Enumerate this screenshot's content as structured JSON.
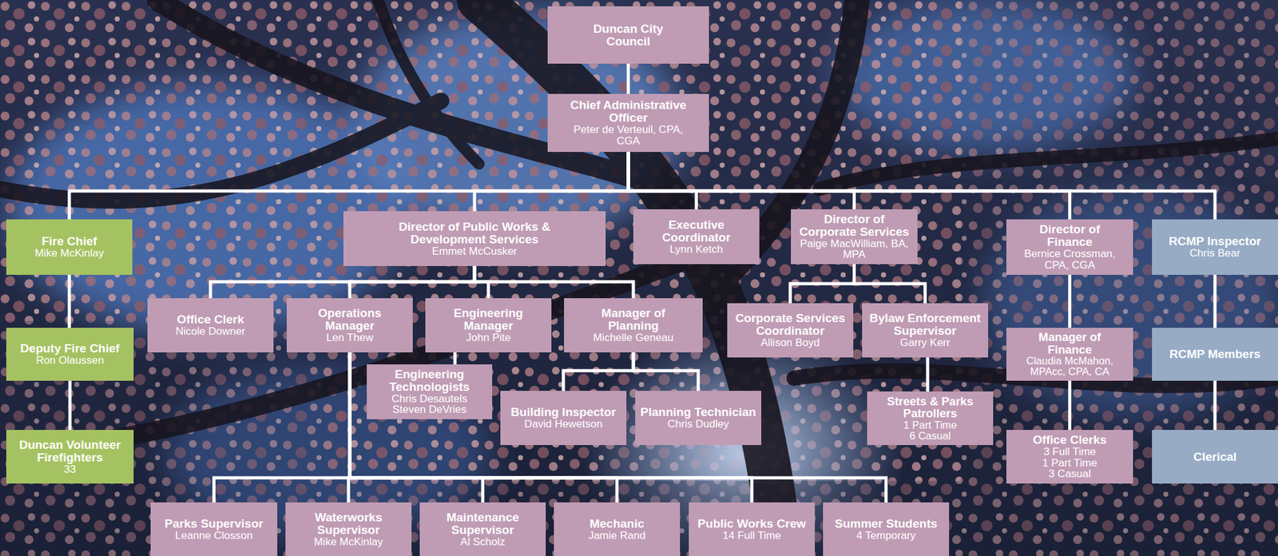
{
  "diagram": {
    "nodes": [
      {
        "text": [
          "Duncan City Council"
        ]
      },
      {
        "text": [
          "Chief Administrative Officer",
          "Peter de Verteuil, CPA, CGA"
        ]
      },
      {
        "text": [
          "Fire Chief",
          "Mike McKinlay"
        ]
      },
      {
        "text": [
          "Director of Public Works & Development Services",
          "Emmet McCusker"
        ]
      },
      {
        "text": [
          "Executive Coordinator",
          "Lynn Ketch"
        ]
      },
      {
        "text": [
          "Director of Corporate Services",
          "Paige MacWilliam, BA, MPA"
        ]
      },
      {
        "text": [
          "Director of Finance",
          "Bernice Crossman, CPA, CGA"
        ]
      },
      {
        "text": [
          "RCMP Inspector",
          "Chris Bear"
        ]
      },
      {
        "text": [
          "Deputy Fire Chief",
          "Ron Olaussen"
        ]
      },
      {
        "text": [
          "Office Clerk",
          "Nicole Downer"
        ]
      },
      {
        "text": [
          "Operations Manager",
          "Len Thew"
        ]
      },
      {
        "text": [
          "Engineering Manager",
          "John Pite"
        ]
      },
      {
        "text": [
          "Manager of Planning",
          "Michelle Geneau"
        ]
      },
      {
        "text": [
          "Corporate Services Coordinator",
          "Allison Boyd"
        ]
      },
      {
        "text": [
          "Bylaw Enforcement Supervisor",
          "Garry Kerr"
        ]
      },
      {
        "text": [
          "Manager of Finance",
          "Claudia McMahon, MPAcc, CPA, CA"
        ]
      },
      {
        "text": [
          "RCMP Members"
        ]
      },
      {
        "text": [
          "Engineering Technologists",
          "Chris Desautels",
          "Steven DeVries"
        ]
      },
      {
        "text": [
          "Duncan Volunteer Firefighters",
          "33"
        ]
      },
      {
        "text": [
          "Building Inspector",
          "David Hewetson"
        ]
      },
      {
        "text": [
          "Planning Technician",
          "Chris Dudley"
        ]
      },
      {
        "text": [
          "Streets & Parks Patrollers",
          "1 Part Time",
          "6 Casual"
        ]
      },
      {
        "text": [
          "Office Clerks",
          "3 Full Time",
          "1 Part Time",
          "3 Casual"
        ]
      },
      {
        "text": [
          "Clerical"
        ]
      },
      {
        "text": [
          "Parks Supervisor",
          "Leanne Closson"
        ]
      },
      {
        "text": [
          "Waterworks Supervisor",
          "Mike McKinlay"
        ]
      },
      {
        "text": [
          "Maintenance Supervisor",
          "Al Scholz"
        ]
      },
      {
        "text": [
          "Mechanic",
          "Jamie Rand"
        ]
      },
      {
        "text": [
          "Public Works Crew",
          "14 Full Time"
        ]
      },
      {
        "text": [
          "Summer Students",
          "4 Temporary"
        ]
      }
    ],
    "edges": [
      {
        "from": 0,
        "to": 1,
        "arrow": "none"
      },
      {
        "from": 1,
        "to": 2,
        "arrow": "none"
      },
      {
        "from": 1,
        "to": 3,
        "arrow": "none"
      },
      {
        "from": 1,
        "to": 4,
        "arrow": "none"
      },
      {
        "from": 1,
        "to": 5,
        "arrow": "none"
      },
      {
        "from": 1,
        "to": 6,
        "arrow": "none"
      },
      {
        "from": 1,
        "to": 7,
        "arrow": "none"
      },
      {
        "from": 2,
        "to": 8,
        "arrow": "none"
      },
      {
        "from": 8,
        "to": 18,
        "arrow": "none"
      },
      {
        "from": 3,
        "to": 9,
        "arrow": "none"
      },
      {
        "from": 3,
        "to": 10,
        "arrow": "none"
      },
      {
        "from": 3,
        "to": 11,
        "arrow": "none"
      },
      {
        "from": 3,
        "to": 12,
        "arrow": "none"
      },
      {
        "from": 5,
        "to": 13,
        "arrow": "none"
      },
      {
        "from": 5,
        "to": 14,
        "arrow": "none"
      },
      {
        "from": 6,
        "to": 15,
        "arrow": "none"
      },
      {
        "from": 7,
        "to": 16,
        "arrow": "none"
      },
      {
        "from": 11,
        "to": 17,
        "arrow": "none"
      },
      {
        "from": 12,
        "to": 19,
        "arrow": "none"
      },
      {
        "from": 12,
        "to": 20,
        "arrow": "none"
      },
      {
        "from": 14,
        "to": 21,
        "arrow": "none"
      },
      {
        "from": 15,
        "to": 22,
        "arrow": "none"
      },
      {
        "from": 16,
        "to": 23,
        "arrow": "none"
      },
      {
        "from": 10,
        "to": 24,
        "arrow": "none"
      },
      {
        "from": 10,
        "to": 25,
        "arrow": "none"
      },
      {
        "from": 10,
        "to": 26,
        "arrow": "none"
      },
      {
        "from": 10,
        "to": 27,
        "arrow": "none"
      },
      {
        "from": 10,
        "to": 28,
        "arrow": "none"
      },
      {
        "from": 10,
        "to": 29,
        "arrow": "none"
      }
    ]
  }
}
